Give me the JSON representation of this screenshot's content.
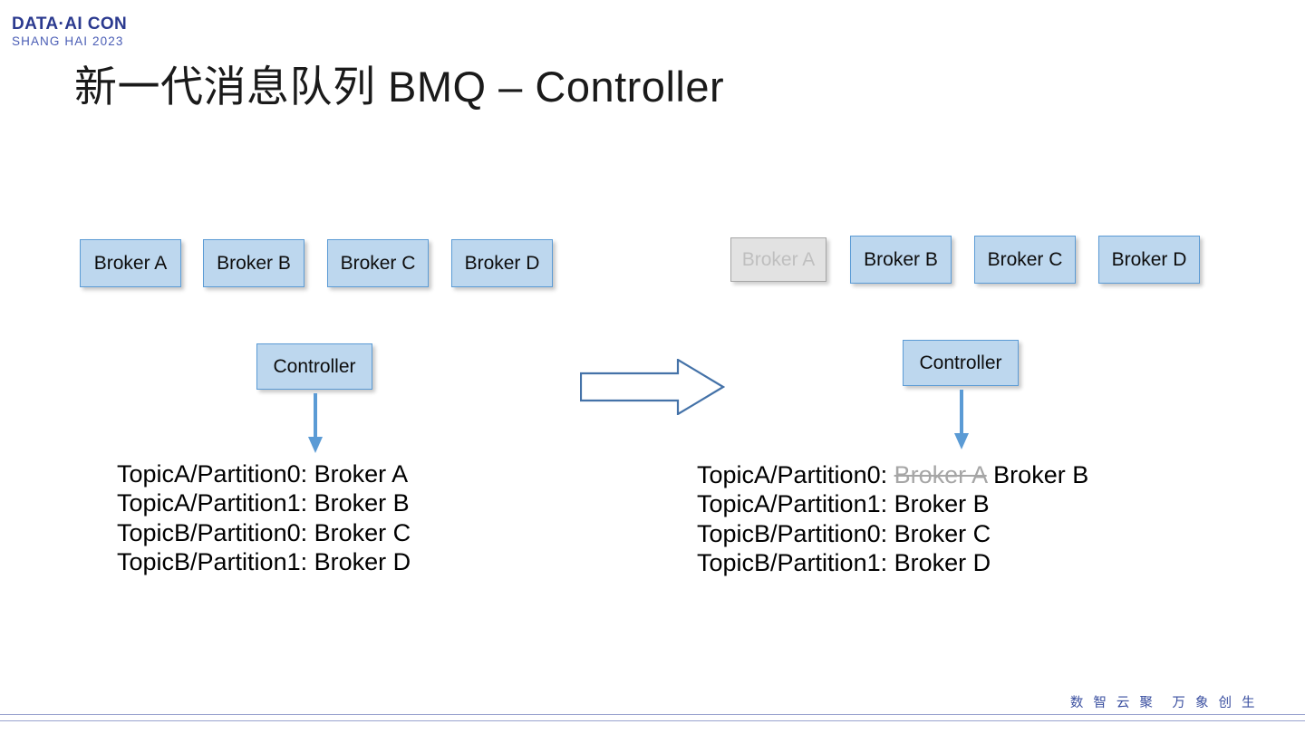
{
  "logo": {
    "main": "DATA·AI CON",
    "sub": "SHANG HAI 2023",
    "main_color": "#2b3a8f",
    "sub_color": "#4a5db5"
  },
  "title": "新一代消息队列 BMQ – Controller",
  "colors": {
    "box_fill": "#bdd7ee",
    "box_border": "#5b9bd5",
    "box_text": "#0d0d0d",
    "disabled_fill": "#e2e2e2",
    "disabled_border": "#a6a6a6",
    "disabled_text": "#bfbfbf",
    "arrow_blue": "#5b9bd5",
    "footer_blue": "#3a4fa0"
  },
  "before": {
    "brokers": [
      {
        "label": "Broker A",
        "state": "active"
      },
      {
        "label": "Broker B",
        "state": "active"
      },
      {
        "label": "Broker C",
        "state": "active"
      },
      {
        "label": "Broker D",
        "state": "active"
      }
    ],
    "controller": "Controller",
    "mappings": [
      {
        "key": "TopicA/Partition0: ",
        "removed": "",
        "value": "Broker A"
      },
      {
        "key": "TopicA/Partition1: ",
        "removed": "",
        "value": "Broker B"
      },
      {
        "key": "TopicB/Partition0: ",
        "removed": "",
        "value": "Broker C"
      },
      {
        "key": "TopicB/Partition1: ",
        "removed": "",
        "value": "Broker D"
      }
    ]
  },
  "after": {
    "brokers": [
      {
        "label": "Broker A",
        "state": "offline"
      },
      {
        "label": "Broker B",
        "state": "active"
      },
      {
        "label": "Broker C",
        "state": "active"
      },
      {
        "label": "Broker D",
        "state": "active"
      }
    ],
    "controller": "Controller",
    "mappings": [
      {
        "key": "TopicA/Partition0: ",
        "removed": "Broker A",
        "value": " Broker B"
      },
      {
        "key": "TopicA/Partition1: ",
        "removed": "",
        "value": "Broker B"
      },
      {
        "key": "TopicB/Partition0: ",
        "removed": "",
        "value": "Broker C"
      },
      {
        "key": "TopicB/Partition1: ",
        "removed": "",
        "value": "Broker D"
      }
    ]
  },
  "footer": {
    "tagline": "数 智 云 聚　万 象 创 生"
  }
}
